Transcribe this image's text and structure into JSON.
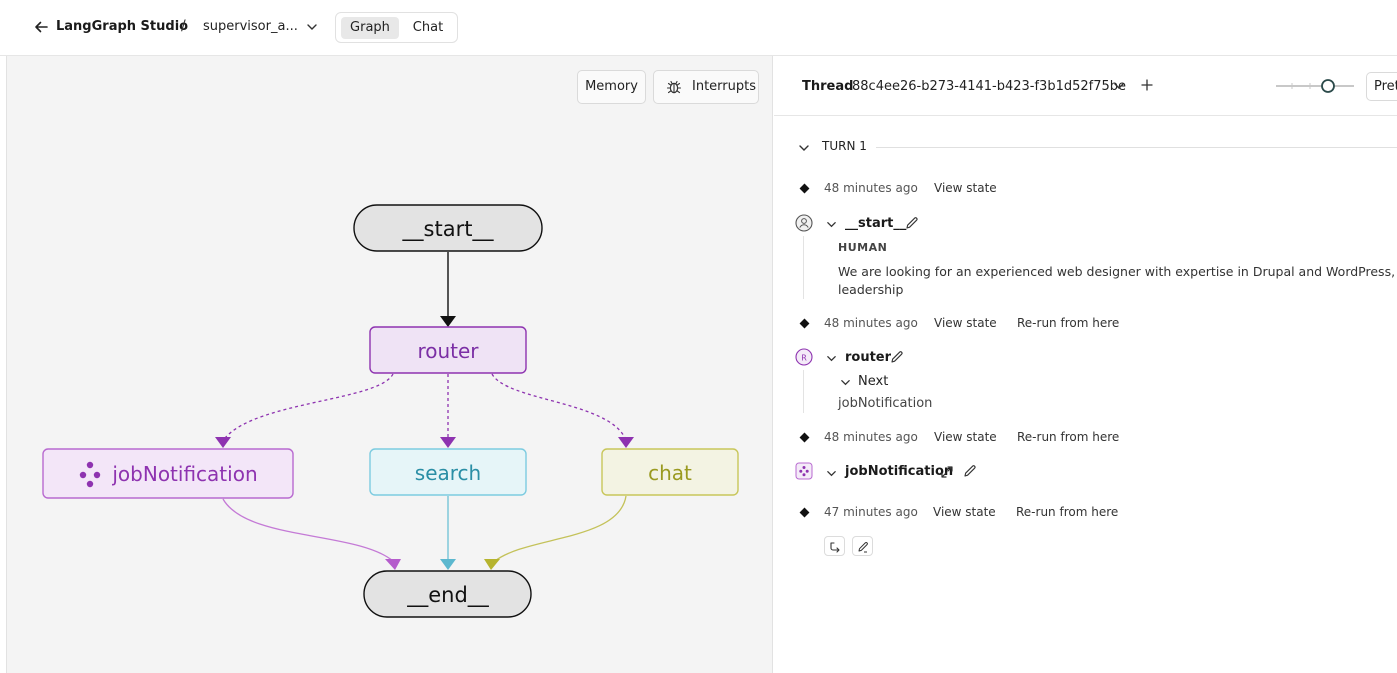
{
  "header": {
    "app_title": "LangGraph Studio",
    "separator": "/",
    "graph_name": "supervisor_a...",
    "view_tabs": [
      {
        "label": "Graph",
        "active": true
      },
      {
        "label": "Chat",
        "active": false
      }
    ]
  },
  "graph_panel": {
    "memory_label": "Memory",
    "interrupts_label": "Interrupts",
    "nodes": {
      "start": "__start__",
      "router": "router",
      "job": "jobNotification",
      "search": "search",
      "chat": "chat",
      "end": "__end__"
    },
    "colors": {
      "router": "#7b2fa5",
      "job": "#8e33b0",
      "search": "#2a8ea5",
      "chat": "#9a9a20",
      "terminal_fill": "#e3e3e3"
    }
  },
  "thread": {
    "label": "Thread",
    "id": "88c4ee26-b273-4141-b423-f3b1d52f75be",
    "view_mode": "Pret"
  },
  "run": {
    "turn_label": "TURN 1",
    "entries": [
      {
        "time": "48 minutes ago",
        "links": [
          "View state"
        ],
        "node": "__start__",
        "role": "HUMAN",
        "message_lines": [
          "We are looking for an experienced web designer with expertise in Drupal and WordPress, as we",
          "leadership"
        ]
      },
      {
        "time": "48 minutes ago",
        "links": [
          "View state",
          "Re-run from here"
        ],
        "node": "router",
        "badge": "R",
        "next_label": "Next",
        "next_value": "jobNotification"
      },
      {
        "time": "48 minutes ago",
        "links": [
          "View state",
          "Re-run from here"
        ],
        "node": "jobNotification"
      },
      {
        "time": "47 minutes ago",
        "links": [
          "View state",
          "Re-run from here"
        ]
      }
    ]
  }
}
